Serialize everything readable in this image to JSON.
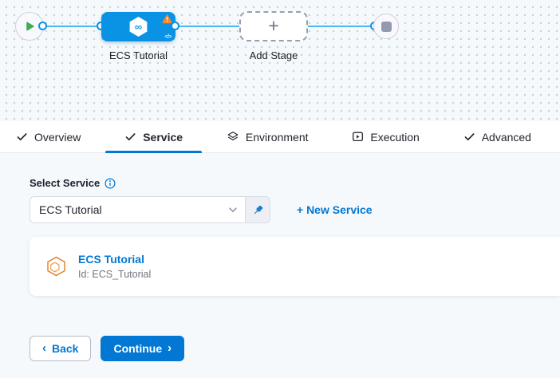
{
  "pipeline": {
    "stage_name": "ECS Tutorial",
    "add_stage_label": "Add Stage",
    "plus_glyph": "+",
    "code_glyph": "</>",
    "infinity_glyph": "∞"
  },
  "tabs": {
    "items": [
      {
        "label": "Overview"
      },
      {
        "label": "Service"
      },
      {
        "label": "Environment"
      },
      {
        "label": "Execution"
      },
      {
        "label": "Advanced"
      }
    ],
    "active": "Service"
  },
  "service_panel": {
    "select_label": "Select Service",
    "selected_service": "ECS Tutorial",
    "new_service_link": "+ New Service",
    "card": {
      "title": "ECS Tutorial",
      "id": "Id: ECS_Tutorial"
    }
  },
  "footer": {
    "back": "Back",
    "continue": "Continue",
    "back_chevron": "‹",
    "continue_chevron": "›"
  },
  "colors": {
    "primary_blue": "#0278d5",
    "stage_node_blue": "#0a92e4",
    "connector_line_blue": "#4ab9f2",
    "warning_orange": "#ff832b",
    "play_green": "#42ab53",
    "ecs_icon_orange": "#dd7d27",
    "panel_background": "#f6f9fb",
    "canvas_background": "#f5f9fc"
  }
}
